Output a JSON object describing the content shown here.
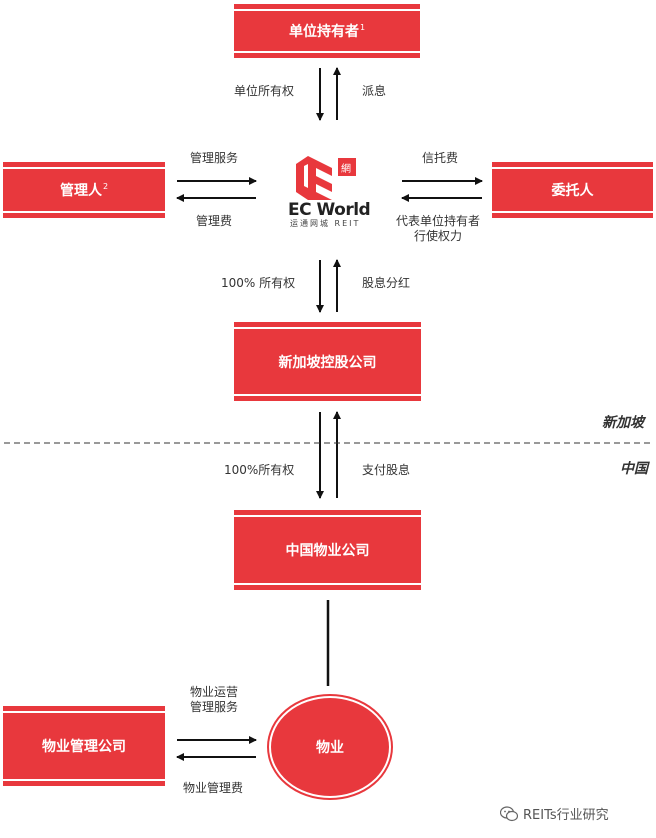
{
  "nodes": {
    "unitholders": "单位持有者",
    "unitholders_note": "1",
    "manager": "管理人",
    "manager_note": "2",
    "trustee": "委托人",
    "sg_holdco": "新加坡控股公司",
    "china_prop_co": "中国物业公司",
    "prop_mgmt_co": "物业管理公司",
    "property": "物业"
  },
  "center_logo": {
    "name": "EC World",
    "sub_cn": "运通网城",
    "sub_en": "REIT"
  },
  "edges": {
    "unit_ownership": "单位所有权",
    "distribution": "派息",
    "mgmt_services": "管理服务",
    "mgmt_fee": "管理费",
    "trustee_fee": "信托费",
    "trustee_rights_line1": "代表单位持有者",
    "trustee_rights_line2": "行使权力",
    "own_100_sg": "100% 所有权",
    "dividends": "股息分红",
    "own_100_cn": "100%所有权",
    "pay_dividends": "支付股息",
    "prop_ops_line1": "物业运营",
    "prop_ops_line2": "管理服务",
    "prop_mgmt_fee": "物业管理费"
  },
  "regions": {
    "singapore": "新加坡",
    "china": "中国"
  },
  "watermark": "REITs行业研究",
  "colors": {
    "accent": "#e8383d"
  }
}
